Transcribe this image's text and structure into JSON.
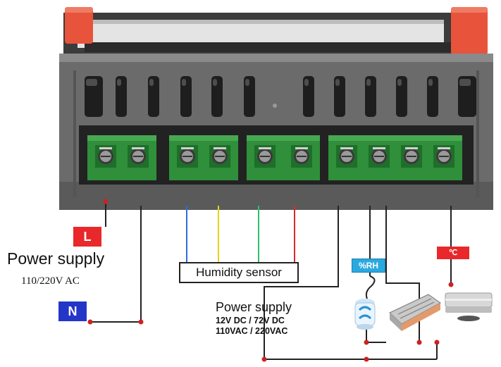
{
  "labels": {
    "live_tag": "L",
    "neutral_tag": "N",
    "power_supply_main": "Power supply",
    "power_supply_main_rating": "110/220V  AC",
    "humidity_sensor": "Humidity sensor",
    "power_supply_output": "Power supply",
    "power_supply_output_dc": "12V DC / 72V DC",
    "power_supply_output_ac": "110VAC / 220VAC",
    "humidity_tag": "%RH",
    "temperature_tag": "℃"
  },
  "colors": {
    "housing": "#6e6e6e",
    "terminal_green": "#2f8f3a",
    "end_cap_red": "#e8533c",
    "wire_black": "#222222",
    "wire_blue": "#2a6fd6",
    "wire_yellow": "#e6d21a",
    "wire_green": "#2fbf6a",
    "wire_red": "#d82a2a",
    "junction_dot": "#cc2222"
  },
  "icons": [
    "screw-terminal-icon",
    "humidifier-icon",
    "heater-icon",
    "temperature-probe-icon"
  ]
}
